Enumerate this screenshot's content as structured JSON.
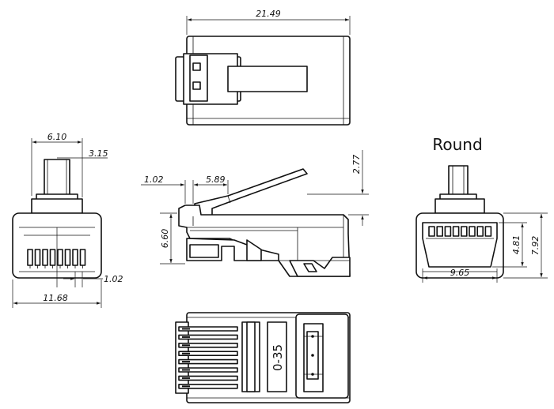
{
  "labels": {
    "round": "Round",
    "part_marking": "0-35"
  },
  "dimensions": {
    "top_length": "21.49",
    "front_width_upper": "6.10",
    "front_offset": "3.15",
    "front_pitch": "1.02",
    "front_overall_width": "11.68",
    "side_latch_gap": "1.02",
    "side_latch_length": "5.89",
    "side_height": "6.60",
    "side_latch_height": "2.77",
    "rear_inner_height": "4.81",
    "rear_overall_height": "7.92",
    "rear_width": "9.65"
  }
}
